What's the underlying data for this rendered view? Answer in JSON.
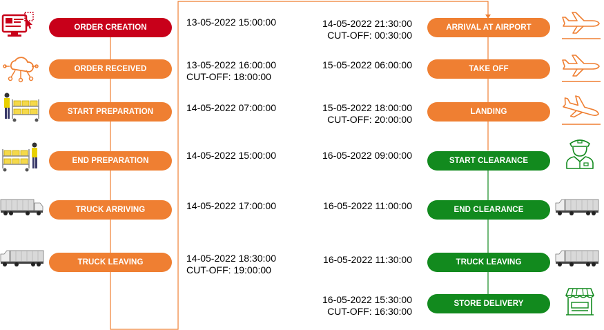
{
  "colors": {
    "red": "#c8001a",
    "orange": "#ef7f32",
    "green": "#128a1e",
    "line": "#ef7f32",
    "line_green": "#128a1e"
  },
  "left_column": [
    {
      "label": "ORDER CREATION",
      "time": "13-05-2022  15:00:00",
      "cutoff": "",
      "color": "red",
      "icon": "computer-order-icon"
    },
    {
      "label": "ORDER RECEIVED",
      "time": "13-05-2022  16:00:00",
      "cutoff": "CUT-OFF: 18:00:00",
      "color": "orange",
      "icon": "cloud-network-icon"
    },
    {
      "label": "START PREPARATION",
      "time": "14-05-2022  07:00:00",
      "cutoff": "",
      "color": "orange",
      "icon": "worker-cart-icon"
    },
    {
      "label": "END PREPARATION",
      "time": "14-05-2022  15:00:00",
      "cutoff": "",
      "color": "orange",
      "icon": "cart-worker-icon"
    },
    {
      "label": "TRUCK ARRIVING",
      "time": "14-05-2022  17:00:00",
      "cutoff": "",
      "color": "orange",
      "icon": "truck-icon"
    },
    {
      "label": "TRUCK LEAVING",
      "time": "14-05-2022  18:30:00",
      "cutoff": "CUT-OFF: 19:00:00",
      "color": "orange",
      "icon": "truck-icon"
    }
  ],
  "right_column": [
    {
      "label": "ARRIVAL AT AIRPORT",
      "time": "14-05-2022  21:30:00",
      "cutoff": "CUT-OFF: 00:30:00",
      "color": "orange",
      "icon": "airplane-icon"
    },
    {
      "label": "TAKE OFF",
      "time": "15-05-2022  06:00:00",
      "cutoff": "",
      "color": "orange",
      "icon": "airplane-icon"
    },
    {
      "label": "LANDING",
      "time": "15-05-2022  18:00:00",
      "cutoff": "CUT-OFF: 20:00:00",
      "color": "orange",
      "icon": "airplane-landing-icon"
    },
    {
      "label": "START CLEARANCE",
      "time": "16-05-2022  09:00:00",
      "cutoff": "",
      "color": "green",
      "icon": "customs-officer-icon"
    },
    {
      "label": "END CLEARANCE",
      "time": "16-05-2022  11:00:00",
      "cutoff": "",
      "color": "green",
      "icon": "truck-icon"
    },
    {
      "label": "TRUCK LEAVING",
      "time": "16-05-2022  11:30:00",
      "cutoff": "",
      "color": "green",
      "icon": "truck-icon"
    },
    {
      "label": "STORE DELIVERY",
      "time": "16-05-2022  15:30:00",
      "cutoff": "CUT-OFF: 16:30:00",
      "color": "green",
      "icon": "store-icon"
    }
  ]
}
